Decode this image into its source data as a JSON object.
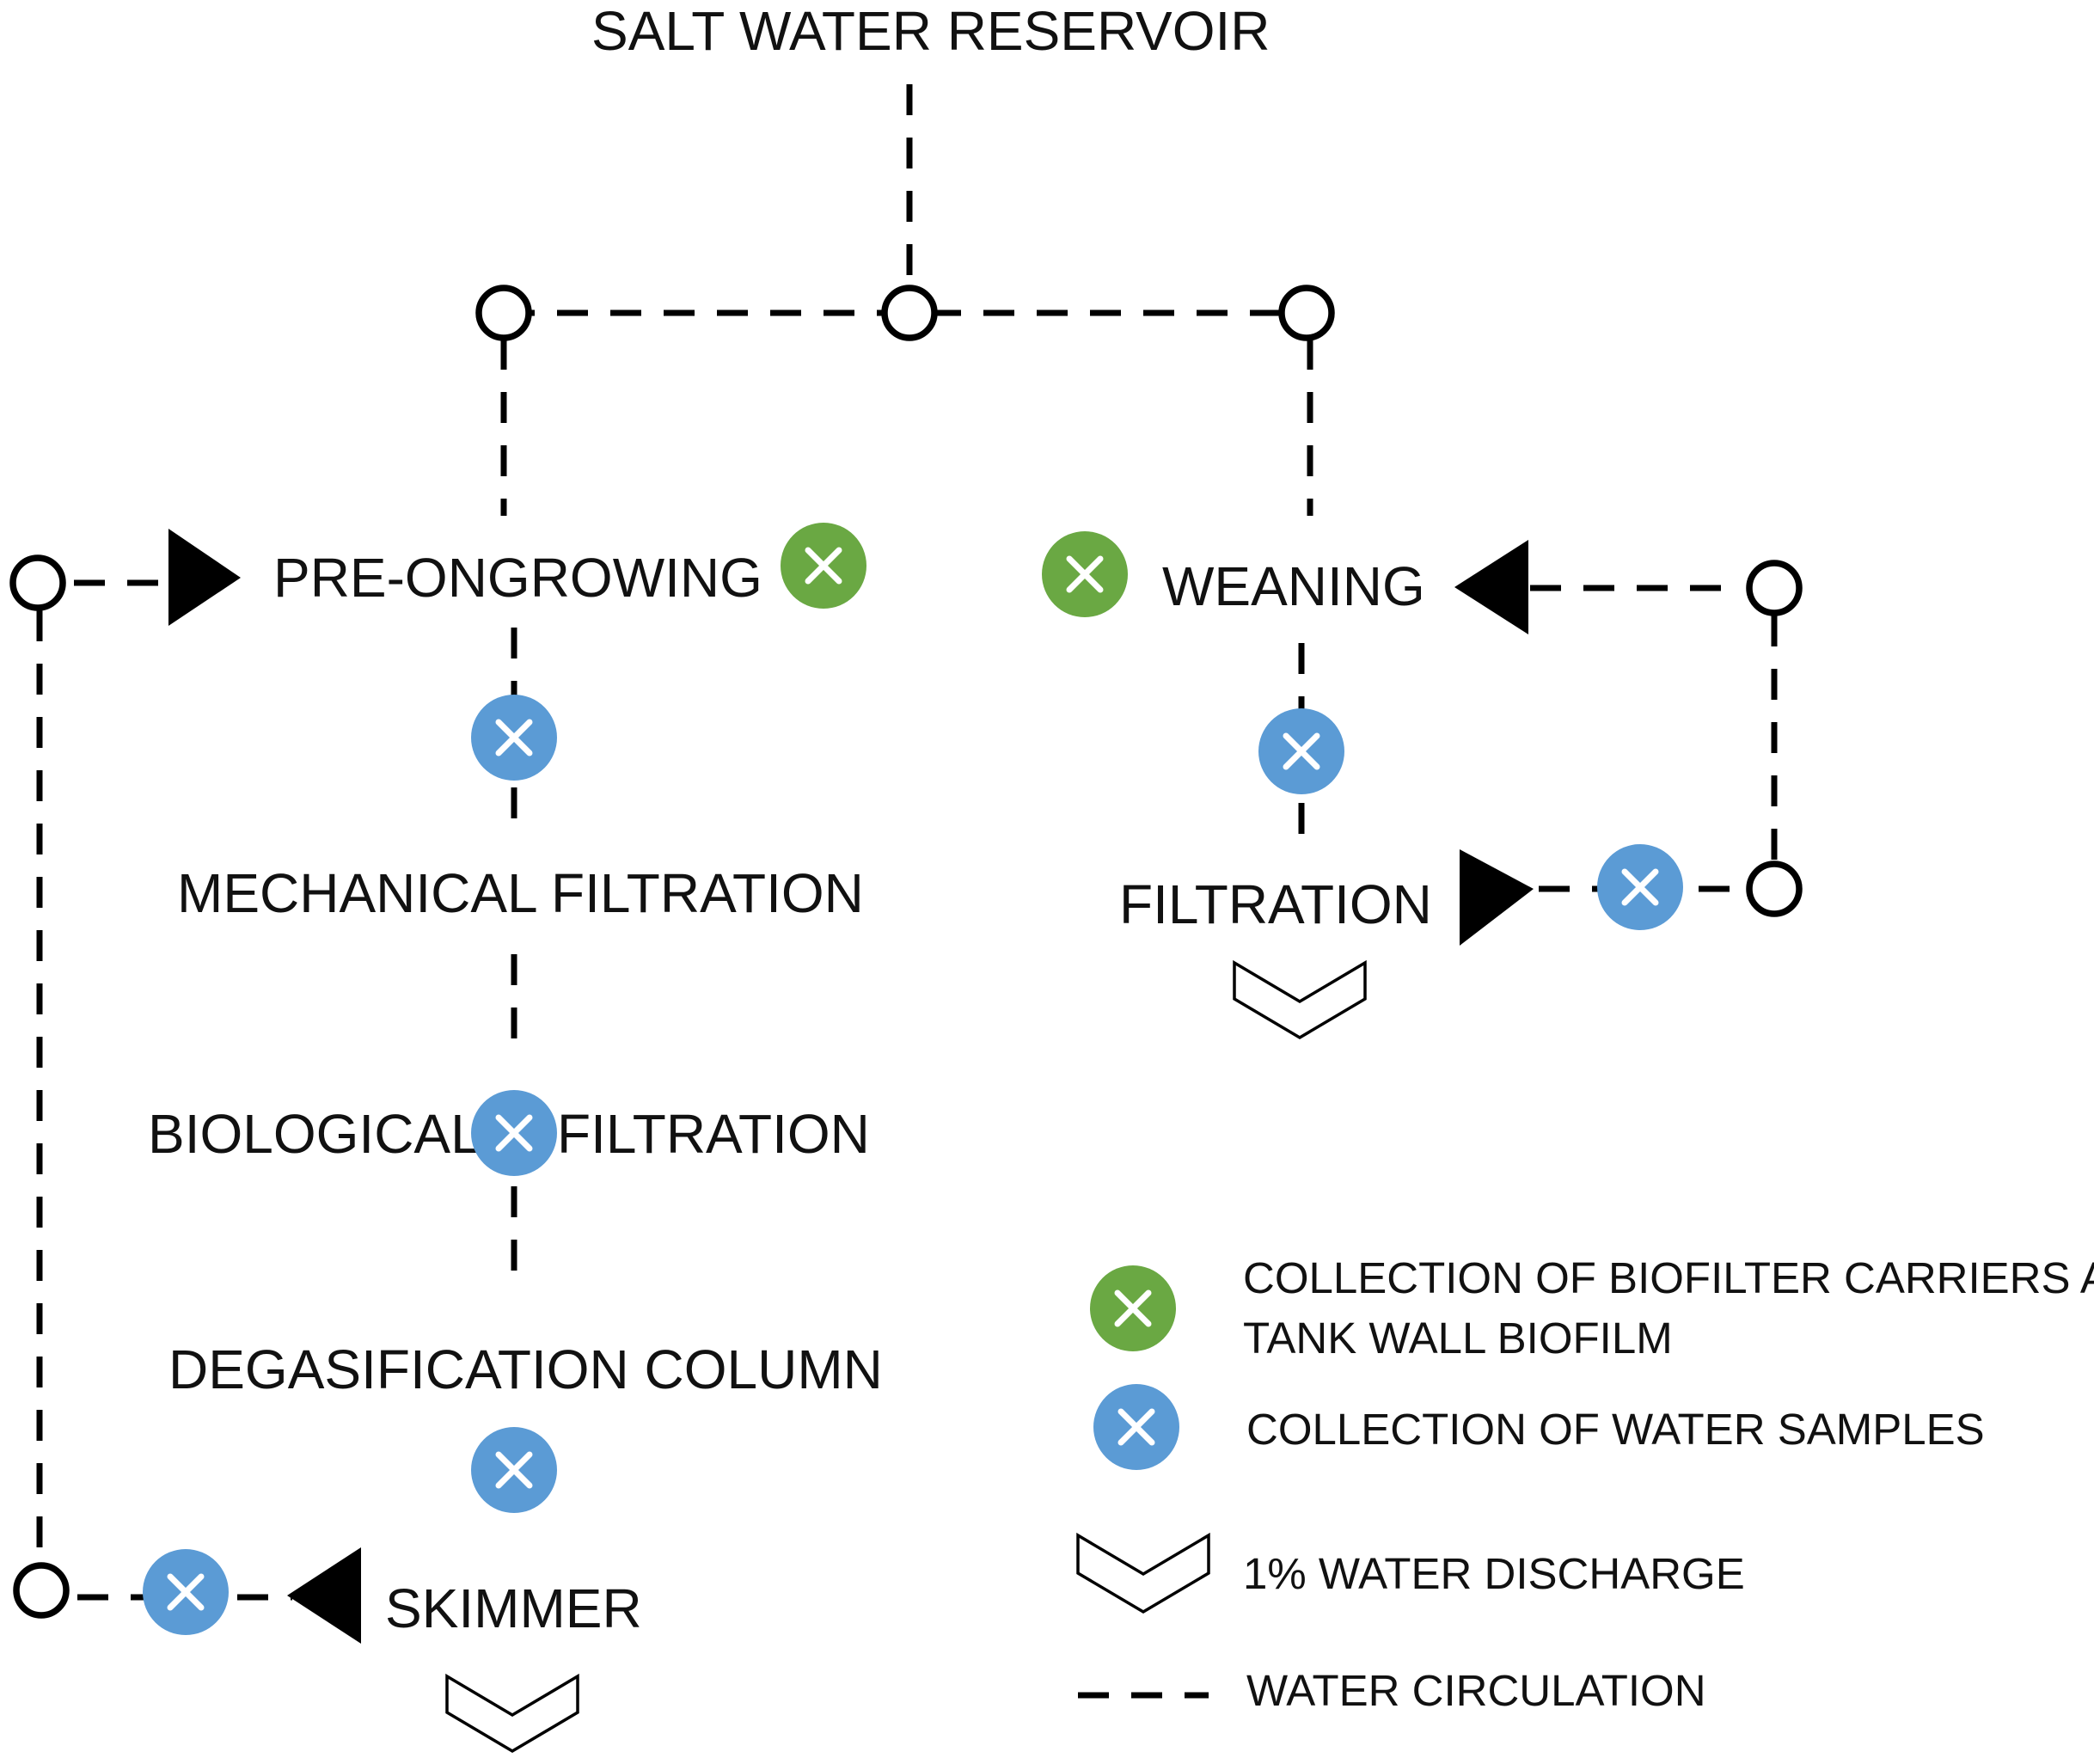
{
  "colors": {
    "biofilm_marker": "#6aa843",
    "water_marker": "#5b9bd5",
    "line": "#000000"
  },
  "nodes": {
    "reservoir": "SALT WATER RESERVOIR",
    "pre_ongrowing": "PRE-ONGROWING",
    "weaning": "WEANING",
    "mechanical_filtration": "MECHANICAL FILTRATION",
    "filtration": "FILTRATION",
    "biological_left": "BIOLOGICAL",
    "biological_right": "FILTRATION",
    "degasification": "DEGASIFICATION COLUMN",
    "skimmer": "SKIMMER"
  },
  "legend": {
    "biofilm_line1": "COLLECTION OF BIOFILTER CARRIERS AND",
    "biofilm_line2": "TANK WALL BIOFILM",
    "water_samples": "COLLECTION OF WATER SAMPLES",
    "discharge": "1% WATER DISCHARGE",
    "circulation": "WATER CIRCULATION"
  },
  "icons": {
    "sample_marker": "x-circle-icon",
    "discharge": "chevron-down-icon",
    "junction": "circle-node-icon",
    "flow_direction": "triangle-arrow-icon"
  }
}
